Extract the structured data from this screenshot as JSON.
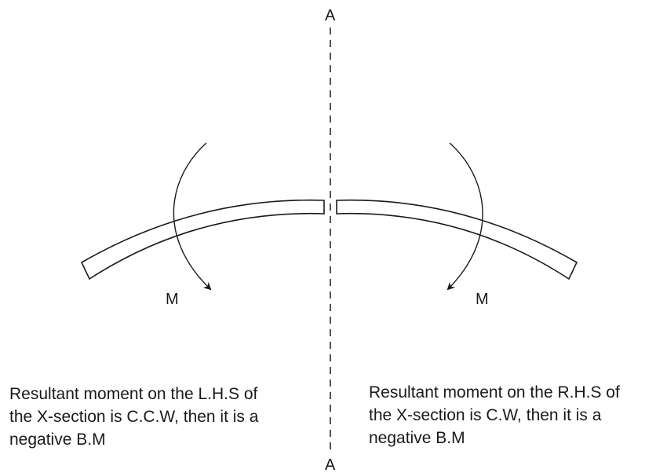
{
  "section_labels": {
    "top": "A",
    "bottom": "A"
  },
  "moment_labels": {
    "left": "M",
    "right": "M"
  },
  "captions": {
    "left": [
      "Resultant moment on the L.H.S of",
      "the X-section is C.C.W, then it is a",
      "negative B.M"
    ],
    "right": [
      "Resultant moment on the R.H.S of",
      "the X-section is C.W, then it is a",
      "negative B.M"
    ]
  },
  "colors": {
    "line": "#1a1a1a",
    "beam_fill": "#ffffff"
  }
}
